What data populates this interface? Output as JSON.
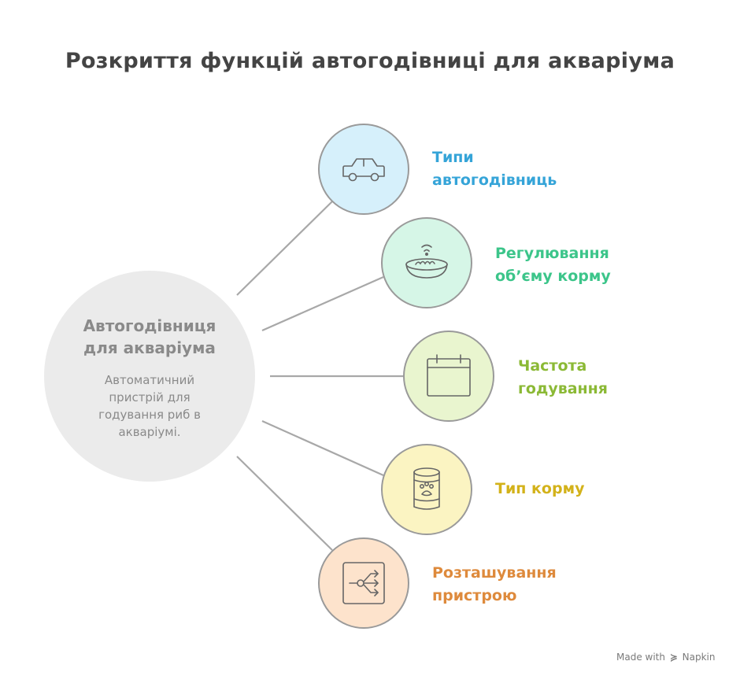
{
  "title": "Розкриття функцій автогодівниці для акваріума",
  "center": {
    "title": "Автогодівниця для акваріума",
    "title_lines": [
      "Автогодівниця",
      "для акваріума"
    ],
    "description": "Автоматичний пристрій для годування риб в акваріумі.",
    "description_lines": [
      "Автоматичний",
      "пристрій для",
      "годування риб в",
      "акваріумі."
    ]
  },
  "branches": [
    {
      "label_lines": [
        "Типи",
        "автогодівниць"
      ],
      "icon": "car-icon",
      "fill": "#d6f0fb",
      "color": "#35a4d8"
    },
    {
      "label_lines": [
        "Регулювання",
        "об’єму корму"
      ],
      "icon": "food-bowl-icon",
      "fill": "#d6f6e7",
      "color": "#3cc58a"
    },
    {
      "label_lines": [
        "Частота",
        "годування"
      ],
      "icon": "calendar-icon",
      "fill": "#e9f5cf",
      "color": "#8bb935"
    },
    {
      "label_lines": [
        "Тип корму"
      ],
      "icon": "pet-food-can-icon",
      "fill": "#fbf4c2",
      "color": "#d3b21a"
    },
    {
      "label_lines": [
        "Розташування",
        "пристрою"
      ],
      "icon": "distribution-arrows-icon",
      "fill": "#fde3cc",
      "color": "#de8a3c"
    }
  ],
  "credit": {
    "made_with": "Made with",
    "brand": "Napkin"
  },
  "colors": {
    "center_fill": "#ebebeb",
    "line": "#a8a8a8",
    "circle_stroke": "#9a9a9a",
    "icon_stroke": "#666666",
    "text_grey": "#8a8a8a"
  }
}
